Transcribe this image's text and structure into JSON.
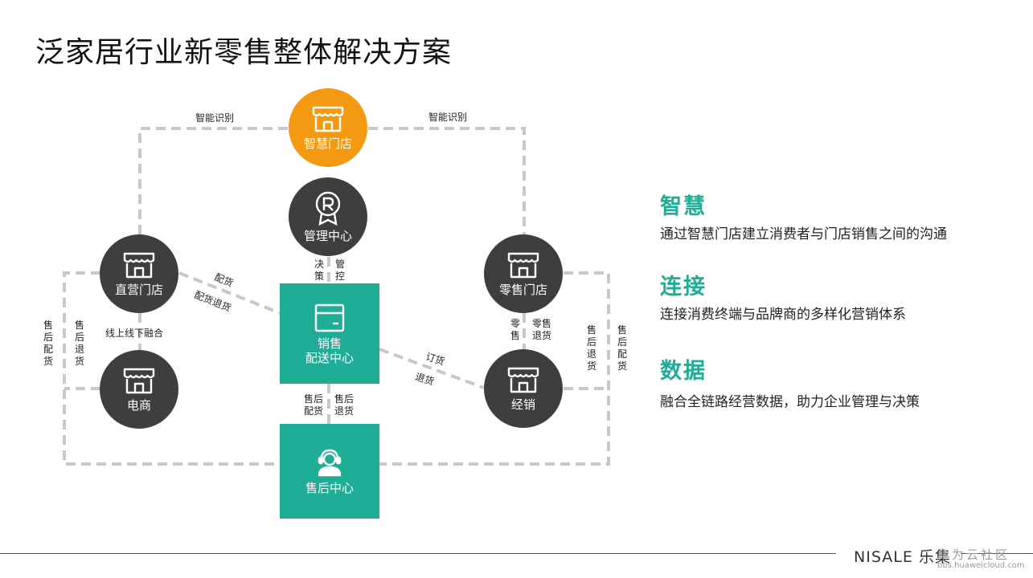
{
  "title": "泛家居行业新零售整体解决方案",
  "nodes": {
    "smart_store": "智慧门店",
    "mgmt_center": "管理中心",
    "direct_store": "直营门店",
    "retail_store": "零售门店",
    "sales_center": "销售\n配送中心",
    "ecommerce": "电商",
    "distribution": "经销",
    "after_sales_center": "售后中心"
  },
  "edges": {
    "smart_recog_left": "智能识别",
    "smart_recog_right": "智能识别",
    "decision": "决策",
    "control": "管控",
    "delivery": "配货",
    "delivery_return": "配货退货",
    "online_offline": "线上线下融合",
    "order": "订货",
    "return": "退货",
    "retail_sale": "零售",
    "retail_return": "零售退货",
    "after_delivery": "售后配货",
    "after_return": "售后退货",
    "left_outer": "售后配货",
    "left_inner": "售后退货",
    "right_inner": "售后退货",
    "right_outer": "售后配货"
  },
  "features": [
    {
      "heading": "智慧",
      "desc": "通过智慧门店建立消费者与门店销售之间的沟通"
    },
    {
      "heading": "连接",
      "desc": "连接消费终端与品牌商的多样化营销体系"
    },
    {
      "heading": "数据",
      "desc": "融合全链路经营数据，助力企业管理与决策"
    }
  ],
  "footer": {
    "brand": "NISALE 乐集",
    "watermark": "华为云社区",
    "watermark_url": "bbs.huaweicloud.com"
  },
  "colors": {
    "accent": "#20ad96",
    "orange": "#f39a12",
    "dark_node": "#3e3e3e",
    "dash": "#c8c8c8"
  },
  "icons": [
    "store-icon",
    "registered-badge-icon",
    "package-icon",
    "headset-agent-icon"
  ]
}
